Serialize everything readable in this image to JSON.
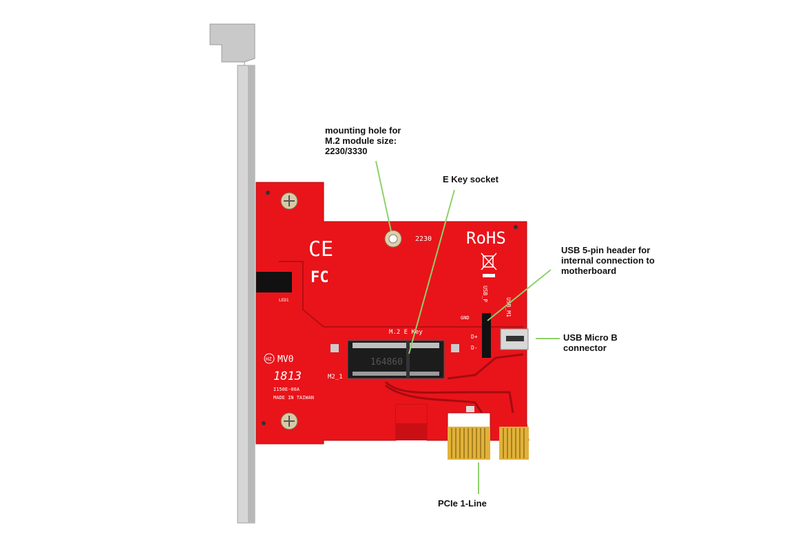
{
  "annotations": {
    "mounting_hole": [
      "mounting hole for",
      "M.2 module size:",
      "2230/3330"
    ],
    "e_key_socket": "E Key socket",
    "usb_header": [
      "USB 5-pin header for",
      "internal connection to",
      "motherboard"
    ],
    "usb_micro_b": [
      "USB Micro B",
      "connector"
    ],
    "pcie": "PCIe 1-Line"
  },
  "board_markings": {
    "ce": "CE",
    "fcc": "FC",
    "rohs": "RoHS",
    "hole_size": "2230",
    "socket_label": "M.2 E Key",
    "socket_ref": "M2_1",
    "socket_part": "164860",
    "gnd": "GND",
    "d_plus": "D+",
    "d_minus": "D-",
    "usb_p": "USB_P",
    "usb_m1": "USB_M1",
    "hz": "HZ",
    "mv0": "MV0",
    "date_code": "1813",
    "model": "I150E-00A",
    "origin": "MADE IN TAIWAN",
    "led": "LED1"
  },
  "colors": {
    "board": "#e8141a",
    "annotation_line": "#8fd16a",
    "gold": "#e2b23a"
  }
}
